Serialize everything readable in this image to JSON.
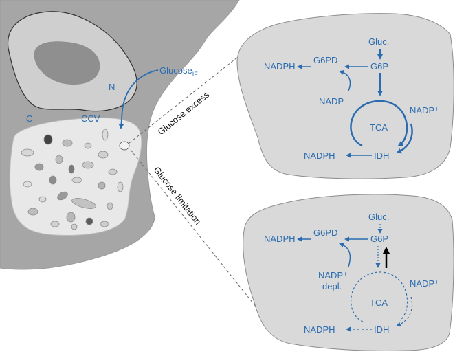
{
  "colors": {
    "accent_blue": "#2b6cb0",
    "cell_fill": "#a6a6a6",
    "nucleus_outer": "#cfcfcf",
    "nucleus_inner": "#8f8f8f",
    "vacuole_fill": "#e8e8e8",
    "panel_fill": "#d9d9d9",
    "text_dark": "#111111"
  },
  "cell": {
    "label_c": "C",
    "label_n": "N",
    "label_ccv": "CCV",
    "glucose_main": "Glucose",
    "glucose_sub": "IF"
  },
  "conditions": {
    "excess": "Glucose excess",
    "limitation": "Glucose limitation"
  },
  "top_panel": {
    "gluc": "Gluc.",
    "g6p": "G6P",
    "g6pd": "G6PD",
    "nadph_left": "NADPH",
    "nadp_left": "NADP⁺",
    "tca": "TCA",
    "nadp_right": "NADP⁺",
    "idh": "IDH",
    "nadph_bottom": "NADPH"
  },
  "bottom_panel": {
    "gluc": "Gluc.",
    "g6p": "G6P",
    "g6pd": "G6PD",
    "nadph_left": "NADPH",
    "nadp_left": "NADP⁺",
    "nadp_left_note": "depl.",
    "tca": "TCA",
    "nadp_right": "NADP⁺",
    "idh": "IDH",
    "nadph_bottom": "NADPH"
  },
  "icons": {
    "arrow": "arrow-icon",
    "up_arrow": "up-arrow-icon"
  }
}
